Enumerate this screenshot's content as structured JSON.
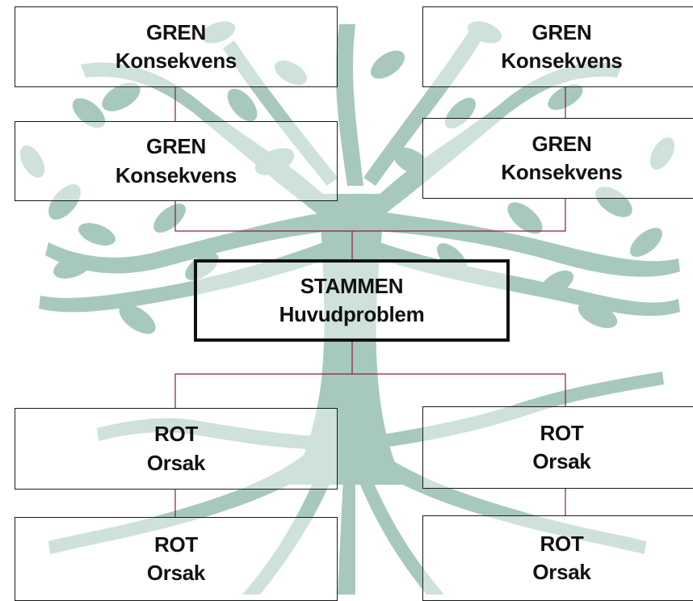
{
  "colors": {
    "tree": "#a7c8bf",
    "connector": "#8a1f3c",
    "border": "#111111"
  },
  "diagram": {
    "branches": [
      {
        "title": "GREN",
        "subtitle": "Konsekvens"
      },
      {
        "title": "GREN",
        "subtitle": "Konsekvens"
      },
      {
        "title": "GREN",
        "subtitle": "Konsekvens"
      },
      {
        "title": "GREN",
        "subtitle": "Konsekvens"
      }
    ],
    "trunk": {
      "title": "STAMMEN",
      "subtitle": "Huvudproblem"
    },
    "roots": [
      {
        "title": "ROT",
        "subtitle": "Orsak"
      },
      {
        "title": "ROT",
        "subtitle": "Orsak"
      },
      {
        "title": "ROT",
        "subtitle": "Orsak"
      },
      {
        "title": "ROT",
        "subtitle": "Orsak"
      }
    ]
  }
}
